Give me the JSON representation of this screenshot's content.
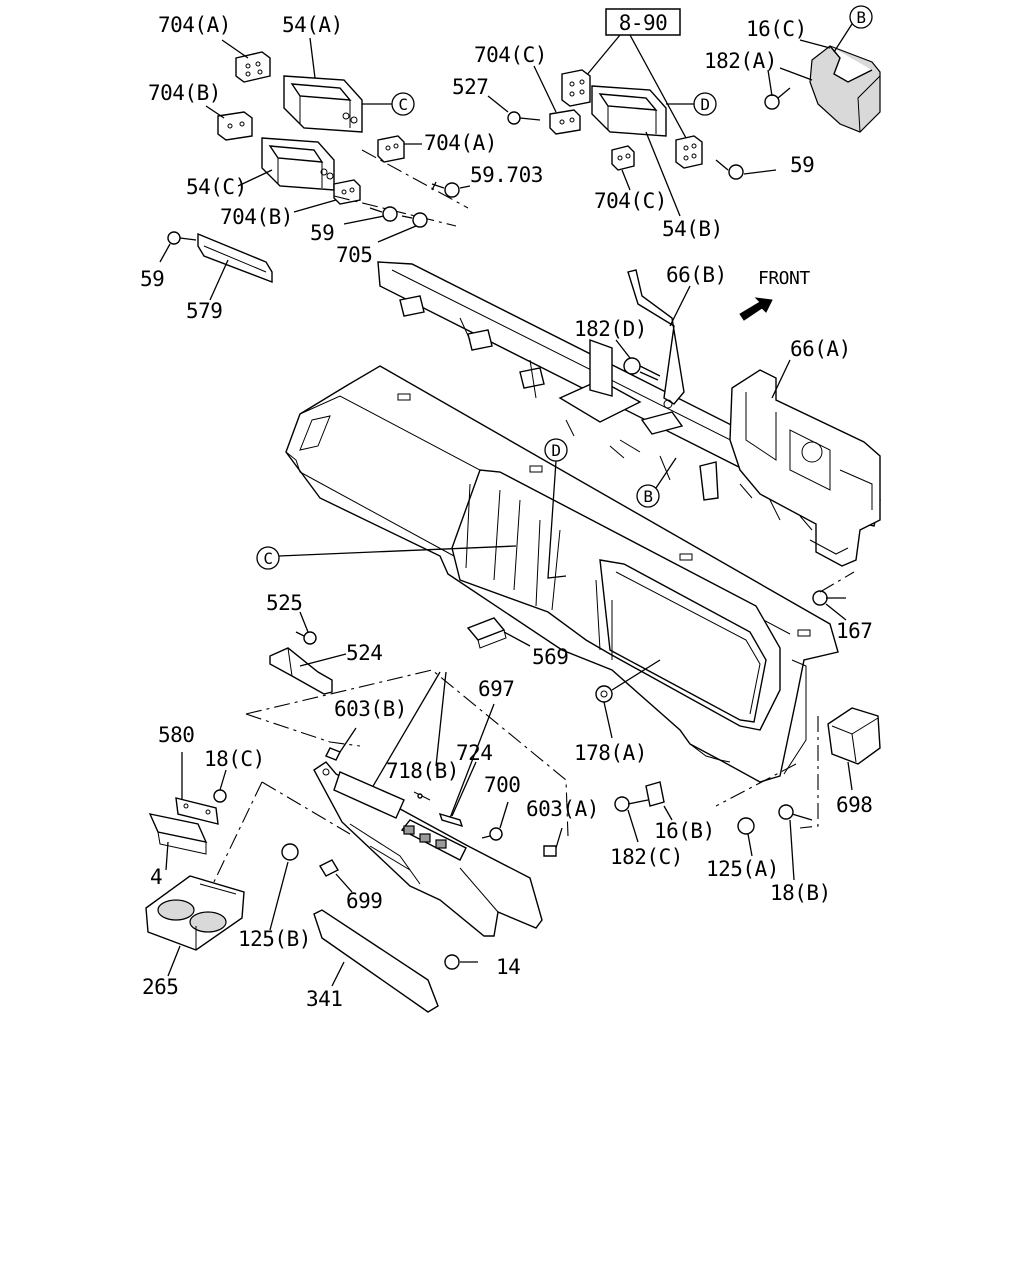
{
  "diagram": {
    "ref_box": "8-90",
    "front_label": "FRONT",
    "circle_refs": {
      "b": "B",
      "c": "C",
      "d": "D"
    },
    "labels": {
      "l704a_top": "704(A)",
      "l54a": "54(A)",
      "l704b_top": "704(B)",
      "l704a_mid": "704(A)",
      "l54c": "54(C)",
      "l704b_mid": "704(B)",
      "l59_703": "59.703",
      "l59_mid": "59",
      "l705": "705",
      "l59_left": "59",
      "l579": "579",
      "l704c_top": "704(C)",
      "l527": "527",
      "l704c_bot": "704(C)",
      "l54b": "54(B)",
      "l16c": "16(C)",
      "l182a": "182(A)",
      "l59_right": "59",
      "l66b": "66(B)",
      "l182d": "182(D)",
      "l66a": "66(A)",
      "l167": "167",
      "l525": "525",
      "l524": "524",
      "l569": "569",
      "l697": "697",
      "l603b": "603(B)",
      "l724": "724",
      "l718b": "718(B)",
      "l700": "700",
      "l603a": "603(A)",
      "l580": "580",
      "l18c": "18(C)",
      "l4": "4",
      "l265": "265",
      "l699": "699",
      "l125b": "125(B)",
      "l14": "14",
      "l341": "341",
      "l178a": "178(A)",
      "l16b": "16(B)",
      "l182c": "182(C)",
      "l125a": "125(A)",
      "l18b": "18(B)",
      "l698": "698"
    }
  }
}
